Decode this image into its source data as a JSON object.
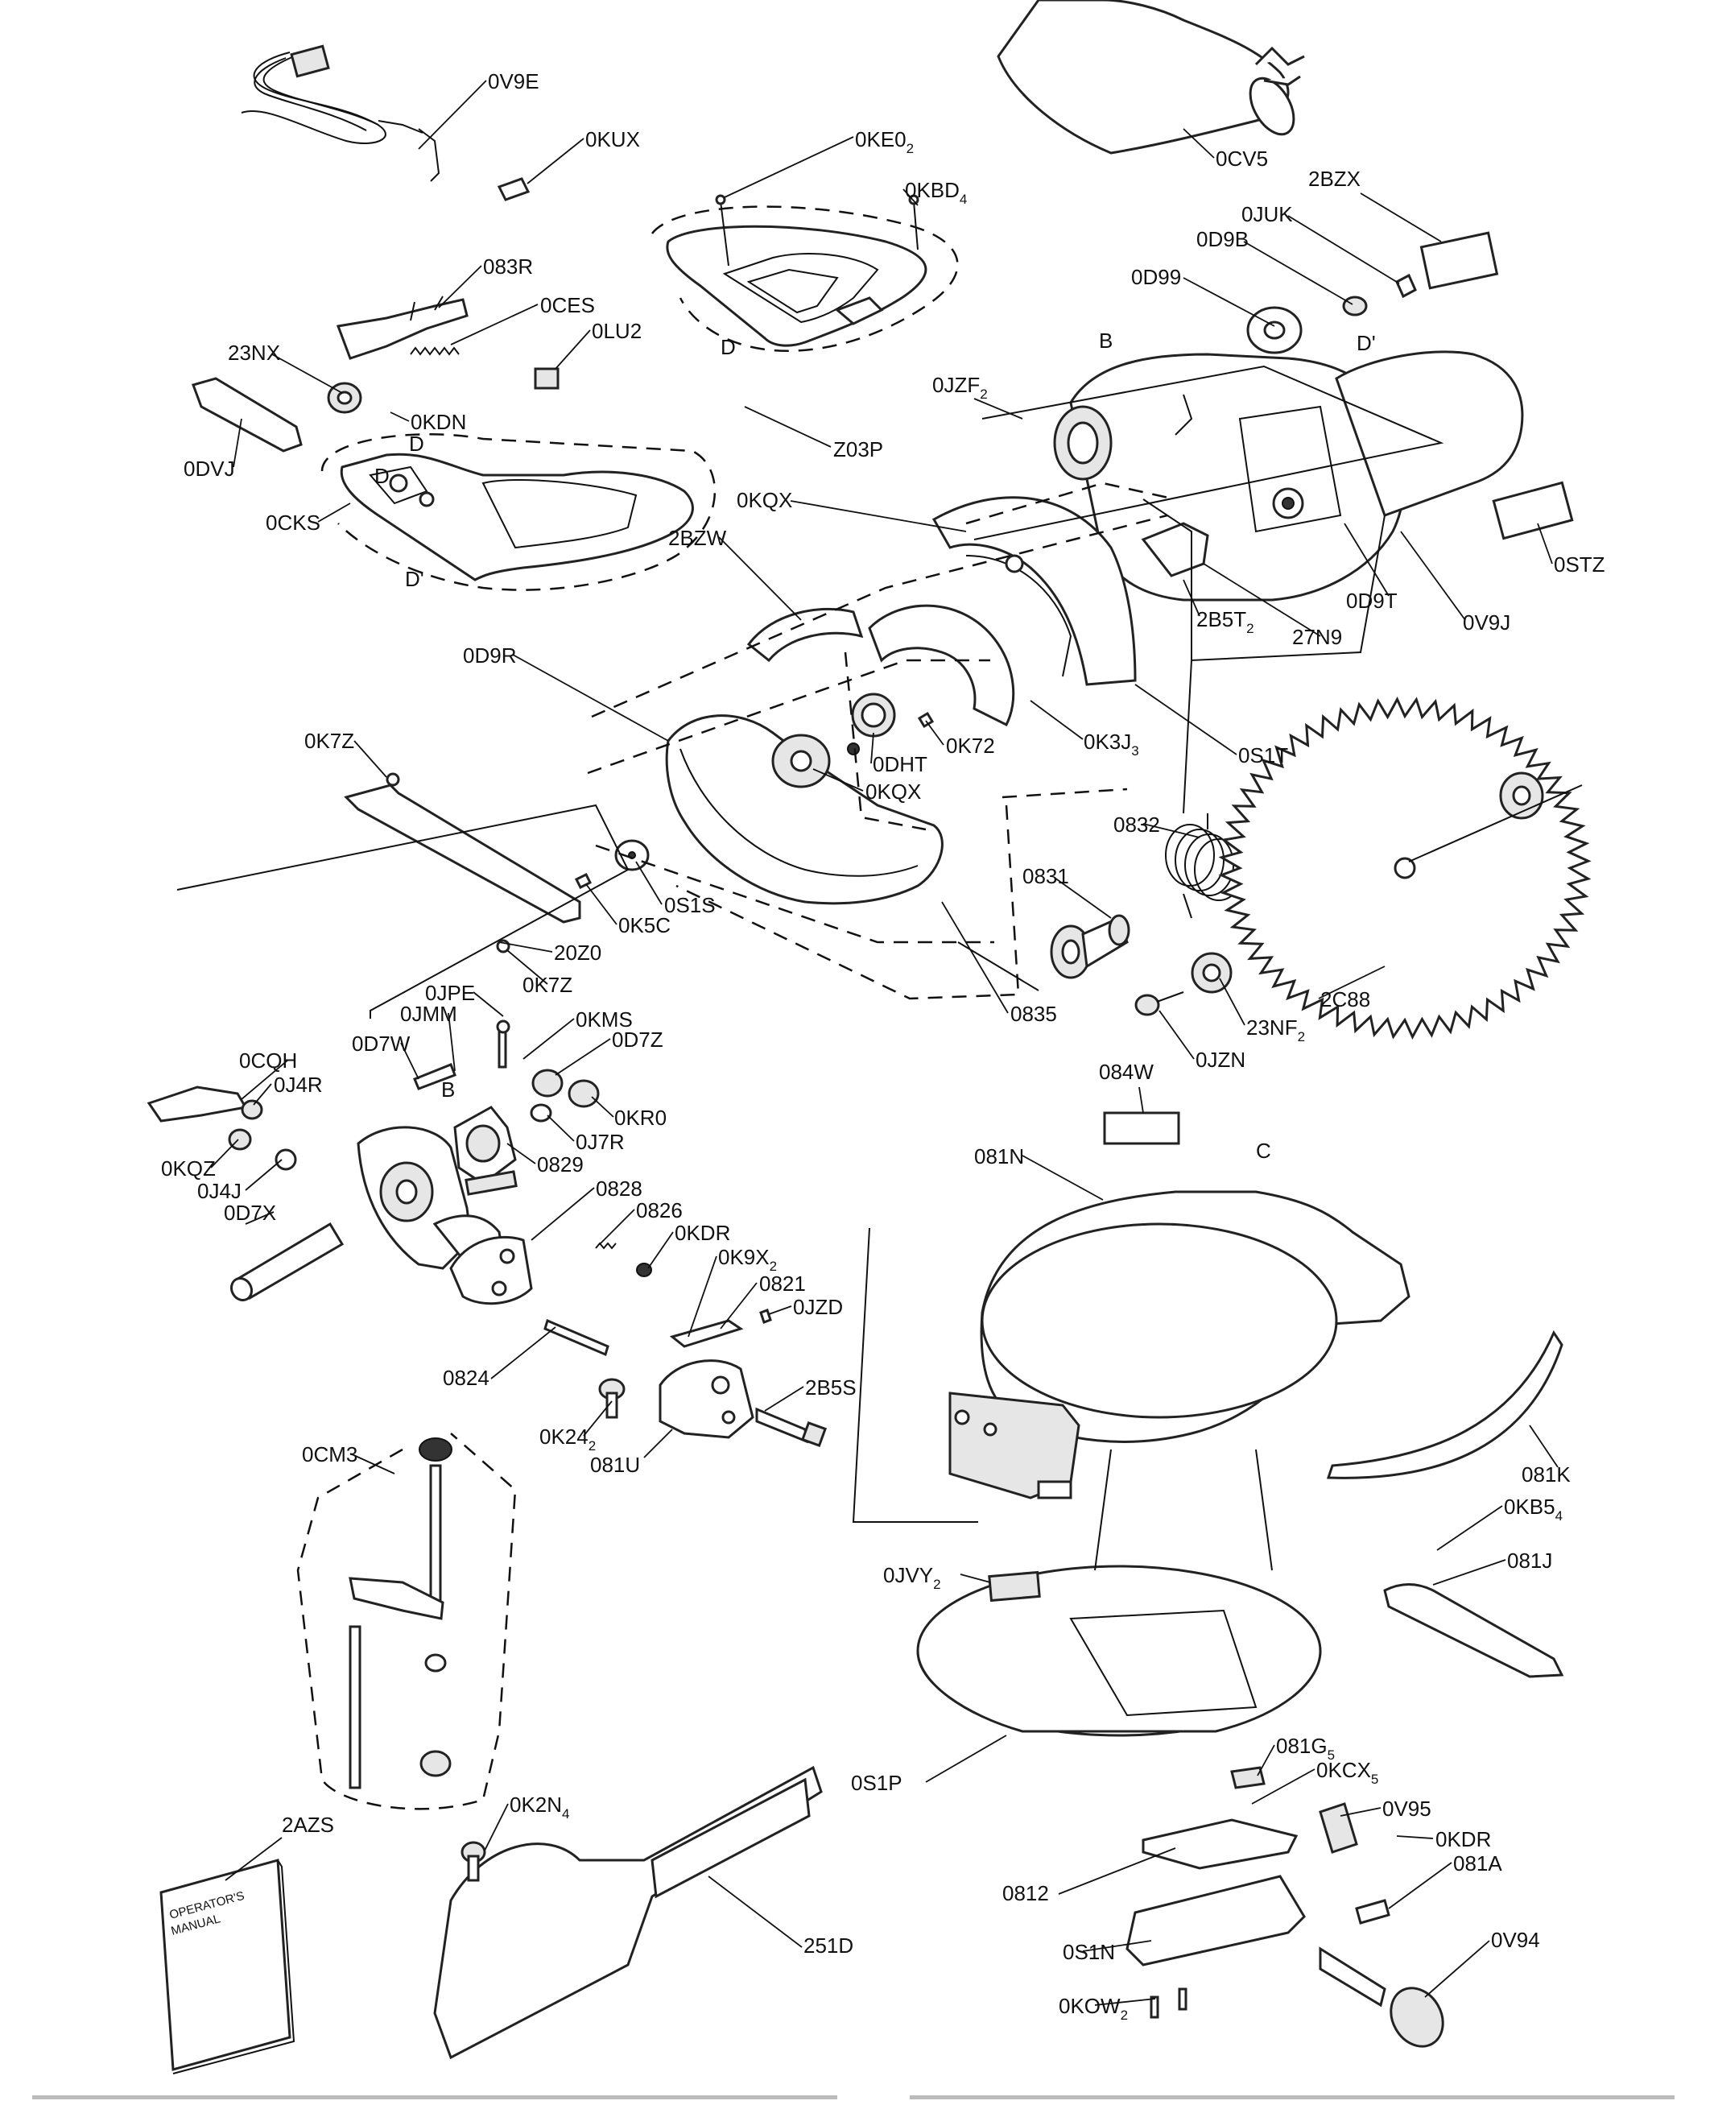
{
  "diagram": {
    "type": "exploded-parts-diagram",
    "manual_cover_text": [
      "OPERATOR'S",
      "MANUAL"
    ],
    "parts": [
      {
        "id": "0V9E",
        "label": "0V9E"
      },
      {
        "id": "0KUX",
        "label": "0KUX"
      },
      {
        "id": "0KE0_2",
        "label": "0KE0",
        "sub": "2"
      },
      {
        "id": "0KBD_4",
        "label": "0KBD",
        "sub": "4"
      },
      {
        "id": "0CV5",
        "label": "0CV5"
      },
      {
        "id": "2BZX",
        "label": "2BZX"
      },
      {
        "id": "0JUK",
        "label": "0JUK"
      },
      {
        "id": "0D9B",
        "label": "0D9B"
      },
      {
        "id": "0D99",
        "label": "0D99"
      },
      {
        "id": "083R",
        "label": "083R"
      },
      {
        "id": "0CES",
        "label": "0CES"
      },
      {
        "id": "0LU2",
        "label": "0LU2"
      },
      {
        "id": "23NX",
        "label": "23NX"
      },
      {
        "id": "0KDN",
        "label": "0KDN"
      },
      {
        "id": "Z03P",
        "label": "Z03P"
      },
      {
        "id": "0JZF_2",
        "label": "0JZF",
        "sub": "2"
      },
      {
        "id": "0DVJ",
        "label": "0DVJ"
      },
      {
        "id": "0CKS",
        "label": "0CKS"
      },
      {
        "id": "0KQX_a",
        "label": "0KQX"
      },
      {
        "id": "2BZW",
        "label": "2BZW"
      },
      {
        "id": "0STZ",
        "label": "0STZ"
      },
      {
        "id": "0D9T",
        "label": "0D9T"
      },
      {
        "id": "0V9J",
        "label": "0V9J"
      },
      {
        "id": "2B5T_2",
        "label": "2B5T",
        "sub": "2"
      },
      {
        "id": "27N9",
        "label": "27N9"
      },
      {
        "id": "0D9R",
        "label": "0D9R"
      },
      {
        "id": "0S1T",
        "label": "0S1T"
      },
      {
        "id": "0K72",
        "label": "0K72"
      },
      {
        "id": "0K3J_3",
        "label": "0K3J",
        "sub": "3"
      },
      {
        "id": "0DHT",
        "label": "0DHT"
      },
      {
        "id": "0K7Z_a",
        "label": "0K7Z"
      },
      {
        "id": "0KQX_b",
        "label": "0KQX"
      },
      {
        "id": "0832",
        "label": "0832"
      },
      {
        "id": "0831",
        "label": "0831"
      },
      {
        "id": "0S1S",
        "label": "0S1S"
      },
      {
        "id": "0K5C",
        "label": "0K5C"
      },
      {
        "id": "20Z0",
        "label": "20Z0"
      },
      {
        "id": "0K7Z_b",
        "label": "0K7Z"
      },
      {
        "id": "0835",
        "label": "0835"
      },
      {
        "id": "23NF_2",
        "label": "23NF",
        "sub": "2"
      },
      {
        "id": "2C88",
        "label": "2C88"
      },
      {
        "id": "0JZN",
        "label": "0JZN"
      },
      {
        "id": "0JPE",
        "label": "0JPE"
      },
      {
        "id": "0JMM",
        "label": "0JMM"
      },
      {
        "id": "0KMS",
        "label": "0KMS"
      },
      {
        "id": "0D7W",
        "label": "0D7W"
      },
      {
        "id": "0D7Z",
        "label": "0D7Z"
      },
      {
        "id": "0CQH",
        "label": "0CQH"
      },
      {
        "id": "0J4R",
        "label": "0J4R"
      },
      {
        "id": "0KR0",
        "label": "0KR0"
      },
      {
        "id": "0J7R",
        "label": "0J7R"
      },
      {
        "id": "084W",
        "label": "084W"
      },
      {
        "id": "0829",
        "label": "0829"
      },
      {
        "id": "0KQZ",
        "label": "0KQZ"
      },
      {
        "id": "0J4J",
        "label": "0J4J"
      },
      {
        "id": "081N",
        "label": "081N"
      },
      {
        "id": "0D7X",
        "label": "0D7X"
      },
      {
        "id": "0828",
        "label": "0828"
      },
      {
        "id": "0826",
        "label": "0826"
      },
      {
        "id": "0KDR_a",
        "label": "0KDR"
      },
      {
        "id": "0K9X_2",
        "label": "0K9X",
        "sub": "2"
      },
      {
        "id": "0821",
        "label": "0821"
      },
      {
        "id": "0JZD",
        "label": "0JZD"
      },
      {
        "id": "0824",
        "label": "0824"
      },
      {
        "id": "2B5S",
        "label": "2B5S"
      },
      {
        "id": "0K24_2",
        "label": "0K24",
        "sub": "2"
      },
      {
        "id": "081U",
        "label": "081U"
      },
      {
        "id": "081K",
        "label": "081K"
      },
      {
        "id": "0CM3",
        "label": "0CM3"
      },
      {
        "id": "0KB5_4",
        "label": "0KB5",
        "sub": "4"
      },
      {
        "id": "081J",
        "label": "081J"
      },
      {
        "id": "0JVY_2",
        "label": "0JVY",
        "sub": "2"
      },
      {
        "id": "081G_5",
        "label": "081G",
        "sub": "5"
      },
      {
        "id": "0KCX_5",
        "label": "0KCX",
        "sub": "5"
      },
      {
        "id": "0S1P",
        "label": "0S1P"
      },
      {
        "id": "2AZS",
        "label": "2AZS"
      },
      {
        "id": "0K2N_4",
        "label": "0K2N",
        "sub": "4"
      },
      {
        "id": "0V95",
        "label": "0V95"
      },
      {
        "id": "0KDR_b",
        "label": "0KDR"
      },
      {
        "id": "081A",
        "label": "081A"
      },
      {
        "id": "0812",
        "label": "0812"
      },
      {
        "id": "251D",
        "label": "251D"
      },
      {
        "id": "0S1N",
        "label": "0S1N"
      },
      {
        "id": "0V94",
        "label": "0V94"
      },
      {
        "id": "0KOW_2",
        "label": "0KOW",
        "sub": "2"
      }
    ],
    "reference_marks": [
      "D",
      "D",
      "D",
      "D'",
      "D'",
      "B",
      "B",
      "C"
    ]
  }
}
